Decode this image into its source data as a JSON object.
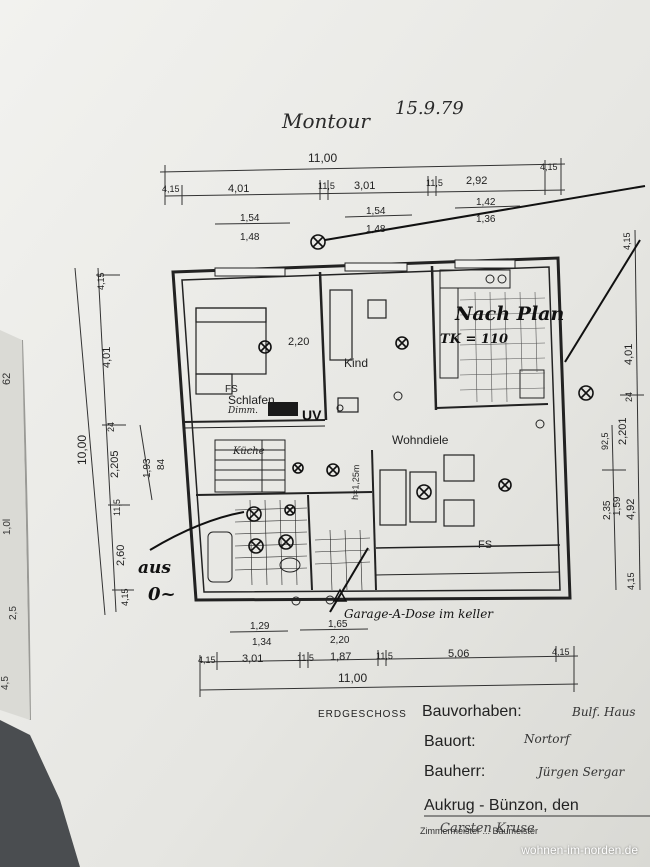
{
  "handwritten": {
    "header_left": "Montour",
    "header_date": "15.9.79",
    "nach_plan": "Nach Plan",
    "tk": "TK = 110",
    "aus": "aus",
    "nein": "0~",
    "garage": "Garage-A-Dose im keller",
    "bauvorhaben_value": "Bulf. Haus",
    "bauort_value": "Nortorf",
    "bauherr_value": "Jürgen Sergar",
    "signature": "Carsten Kruse"
  },
  "rooms": {
    "schlafen": "Schlafen",
    "kind": "Kind",
    "wohndiele": "Wohndiele",
    "kuche": "Küche",
    "fs_left": "FS",
    "fs_right": "FS",
    "uv": "UV",
    "dimmer": "Dimm.",
    "h_label": "h=1,25m",
    "ht": "2,20"
  },
  "dims_top": {
    "total": "11,00",
    "d1": "4,15",
    "d2": "4,01",
    "d3": "11,5",
    "d4": "3,01",
    "d5": "11,5",
    "d6": "2,92",
    "d7": "4,15",
    "w1a": "1,54",
    "w1b": "1,48",
    "w2a": "1,54",
    "w2b": "1,48",
    "w3a": "1,42",
    "w3b": "1,36"
  },
  "dims_left": {
    "total": "10,00",
    "a": "4,15",
    "b": "4,01",
    "c": "24",
    "d": "2,205",
    "e": "11,5",
    "f": "2,60",
    "g": "4,15",
    "h1": "1,93",
    "h2": "84"
  },
  "dims_right": {
    "a": "4,15",
    "b": "4,01",
    "c": "24",
    "d": "92,5",
    "e": "2,201",
    "f": "2,35",
    "g": "1,59",
    "h": "4,92",
    "i": "4,15"
  },
  "dims_bottom": {
    "w1a": "1,29",
    "w1b": "1,34",
    "w2a": "1,65",
    "w2b": "2,20",
    "total": "11,00",
    "d1": "4,15",
    "d2": "3,01",
    "d3": "11,5",
    "d4": "1,87",
    "d5": "11,5",
    "d6": "5,06",
    "d7": "4,15"
  },
  "edge_marks": [
    "62",
    "1,0l",
    "2,5",
    "4,5"
  ],
  "title_block": {
    "erdgeschoss": "ERDGESCHOSS",
    "bauvorhaben_label": "Bauvorhaben:",
    "bauort_label": "Bauort:",
    "bauherr_label": "Bauherr:",
    "location": "Aukrug - Bünzon, den",
    "signature_caption": "Zimmermeister ... Baumeister"
  },
  "watermark": "wohnen-im-norden.de",
  "colors": {
    "paper": "#e9e9e6",
    "ink": "#222222",
    "shadow": "#3f4346"
  }
}
